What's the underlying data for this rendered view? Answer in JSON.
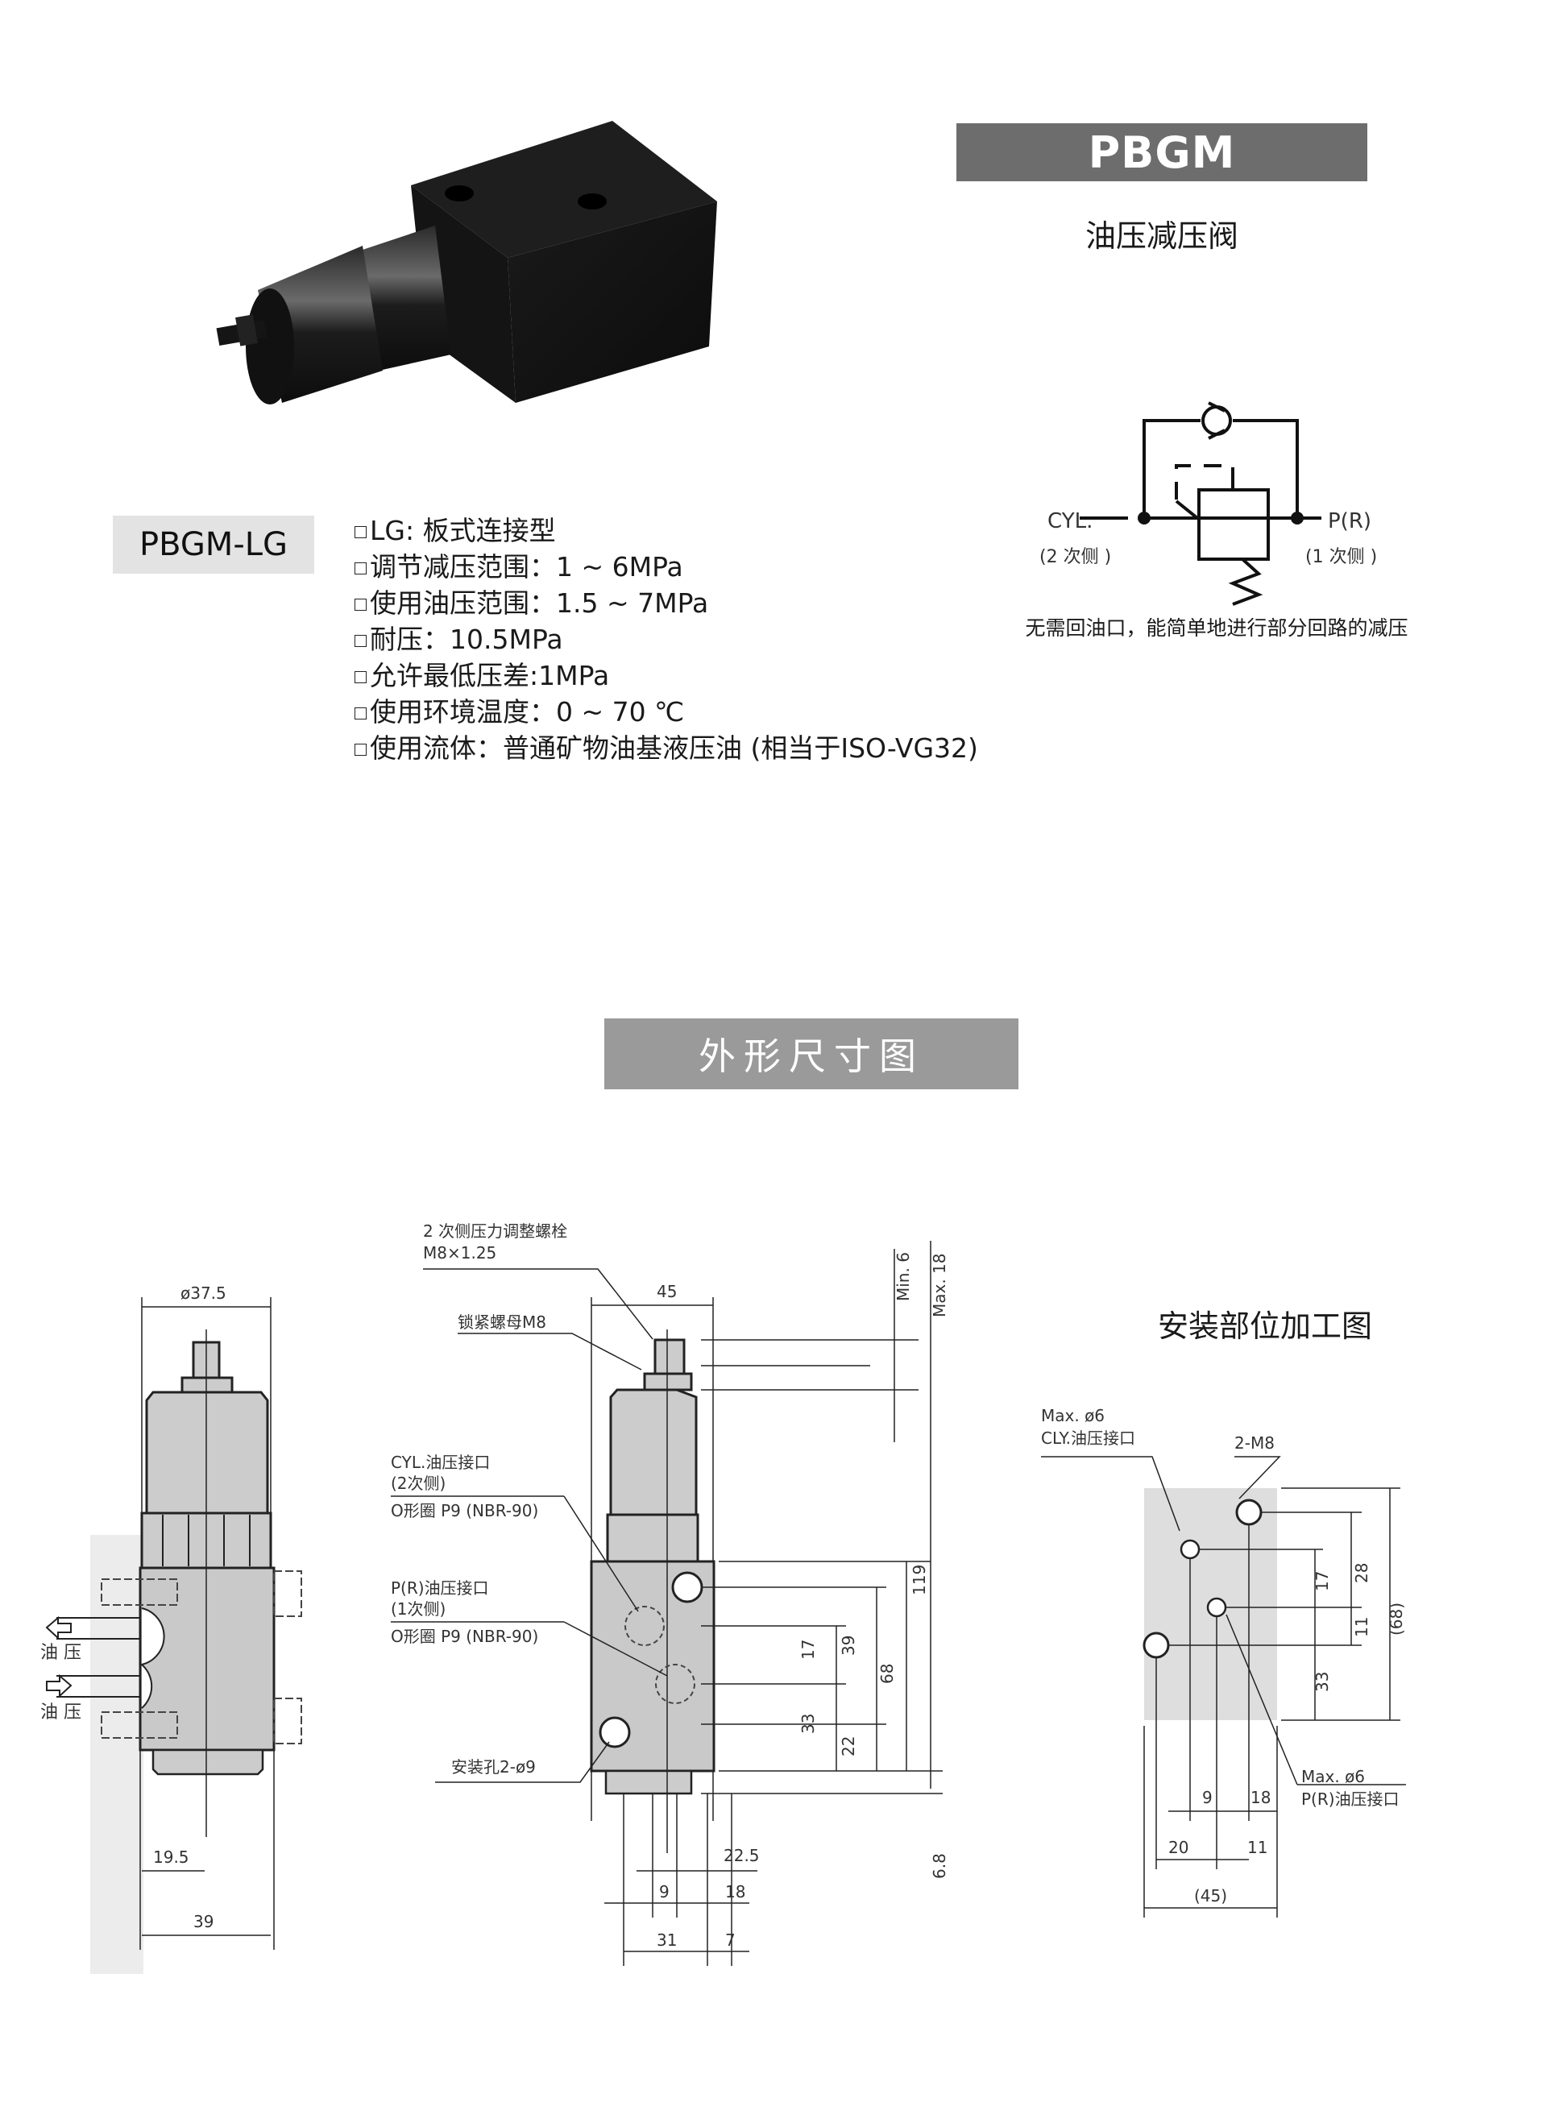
{
  "header": {
    "model_title": "PBGM",
    "product_name": "油压减压阀"
  },
  "product": {
    "image_alt": "hydraulic-pressure-reducing-valve-photo",
    "variant_badge": "PBGM-LG",
    "specs": [
      "LG: 板式连接型",
      "调节减压范围：1 ~ 6MPa",
      "使用油压范围：1.5 ~ 7MPa",
      "耐压：10.5MPa",
      "允许最低压差:1MPa",
      "使用环境温度：0 ~ 70 ℃",
      "使用流体：普通矿物油基液压油 (相当于ISO-VG32)"
    ]
  },
  "symbol": {
    "left_port": "CYL.",
    "left_side": "(2 次侧 )",
    "right_port": "P(R)",
    "right_side": "(1 次侧 )",
    "caption": "无需回油口，能简单地进行部分回路的减压"
  },
  "dimensions": {
    "section_title": "外形尺寸图",
    "side_view": {
      "diameter": "ø37.5",
      "half_width": "19.5",
      "width": "39",
      "oil_out": "油 压",
      "oil_in": "油 压"
    },
    "front_view": {
      "bolt_label_1": "2 次侧压力调整螺栓",
      "bolt_label_2": "M8×1.25",
      "nut_label": "锁紧螺母M8",
      "width": "45",
      "min": "Min. 6",
      "max": "Max. 18",
      "cyl_port_1": "CYL.油压接口",
      "cyl_port_2": "(2次侧)",
      "cyl_port_3": "O形圈  P9 (NBR-90)",
      "pr_port_1": "P(R)油压接口",
      "pr_port_2": "(1次侧)",
      "pr_port_3": "O形圈  P9 (NBR-90)",
      "mount_hole": "安装孔2-ø9",
      "d119": "119",
      "d68": "68",
      "d39": "39",
      "d17": "17",
      "d33": "33",
      "d22": "22",
      "d6_8": "6.8",
      "d22_5": "22.5",
      "d9": "9",
      "d18": "18",
      "d31": "31",
      "d7": "7"
    },
    "mount_view": {
      "title": "安装部位加工图",
      "cly_label_1": "Max. ø6",
      "cly_label_2": "CLY.油压接口",
      "m8_label": "2-M8",
      "pr_label_1": "Max. ø6",
      "pr_label_2": "P(R)油压接口",
      "d28": "28",
      "d17": "17",
      "d11": "11",
      "d33": "33",
      "d68": "(68)",
      "d9": "9",
      "d18": "18",
      "d20": "20",
      "d11b": "11",
      "d45": "(45)"
    }
  }
}
